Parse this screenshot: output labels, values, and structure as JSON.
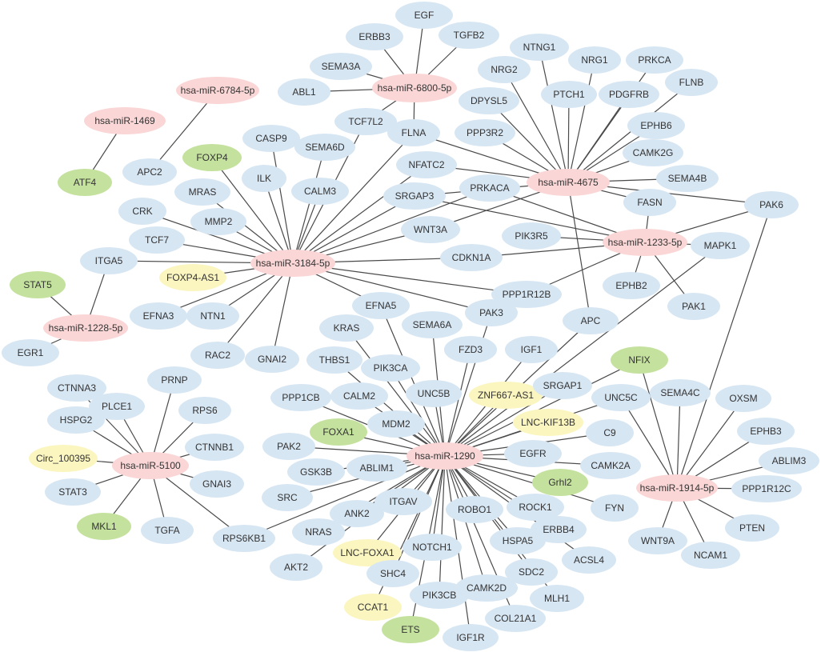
{
  "network": {
    "colors": {
      "mirna": "#fad6d6",
      "gene": "#d7e6f3",
      "tf": "#c4e29e",
      "lnc": "#fbf6c0",
      "edge": "#4a4a4a",
      "text": "#333333"
    },
    "nodes": [
      {
        "id": "mir6800",
        "label": "hsa-miR-6800-5p",
        "kind": "mirna"
      },
      {
        "id": "mir6784",
        "label": "hsa-miR-6784-5p",
        "kind": "mirna"
      },
      {
        "id": "mir1469",
        "label": "hsa-miR-1469",
        "kind": "mirna"
      },
      {
        "id": "mir4675",
        "label": "hsa-miR-4675",
        "kind": "mirna"
      },
      {
        "id": "mir3184",
        "label": "hsa-miR-3184-5p",
        "kind": "mirna"
      },
      {
        "id": "mir1233",
        "label": "hsa-miR-1233-5p",
        "kind": "mirna"
      },
      {
        "id": "mir1228",
        "label": "hsa-miR-1228-5p",
        "kind": "mirna"
      },
      {
        "id": "mir5100",
        "label": "hsa-miR-5100",
        "kind": "mirna"
      },
      {
        "id": "mir1290",
        "label": "hsa-miR-1290",
        "kind": "mirna"
      },
      {
        "id": "mir1914",
        "label": "hsa-miR-1914-5p",
        "kind": "mirna"
      },
      {
        "id": "EGF",
        "label": "EGF",
        "kind": "gene"
      },
      {
        "id": "ERBB3",
        "label": "ERBB3",
        "kind": "gene"
      },
      {
        "id": "TGFB2",
        "label": "TGFB2",
        "kind": "gene"
      },
      {
        "id": "SEMA3A",
        "label": "SEMA3A",
        "kind": "gene"
      },
      {
        "id": "ABL1",
        "label": "ABL1",
        "kind": "gene"
      },
      {
        "id": "TCF7L2",
        "label": "TCF7L2",
        "kind": "gene"
      },
      {
        "id": "FLNA",
        "label": "FLNA",
        "kind": "gene"
      },
      {
        "id": "APC2",
        "label": "APC2",
        "kind": "gene"
      },
      {
        "id": "ATF4",
        "label": "ATF4",
        "kind": "tf"
      },
      {
        "id": "NTNG1",
        "label": "NTNG1",
        "kind": "gene"
      },
      {
        "id": "NRG2",
        "label": "NRG2",
        "kind": "gene"
      },
      {
        "id": "NRG1",
        "label": "NRG1",
        "kind": "gene"
      },
      {
        "id": "PRKCA",
        "label": "PRKCA",
        "kind": "gene"
      },
      {
        "id": "DPYSL5",
        "label": "DPYSL5",
        "kind": "gene"
      },
      {
        "id": "PTCH1",
        "label": "PTCH1",
        "kind": "gene"
      },
      {
        "id": "PDGFRB",
        "label": "PDGFRB",
        "kind": "gene"
      },
      {
        "id": "FLNB",
        "label": "FLNB",
        "kind": "gene"
      },
      {
        "id": "PPP3R2",
        "label": "PPP3R2",
        "kind": "gene"
      },
      {
        "id": "EPHB6",
        "label": "EPHB6",
        "kind": "gene"
      },
      {
        "id": "CAMK2G",
        "label": "CAMK2G",
        "kind": "gene"
      },
      {
        "id": "SEMA4B",
        "label": "SEMA4B",
        "kind": "gene"
      },
      {
        "id": "NFATC2",
        "label": "NFATC2",
        "kind": "gene"
      },
      {
        "id": "PRKACA",
        "label": "PRKACA",
        "kind": "gene"
      },
      {
        "id": "SRGAP3",
        "label": "SRGAP3",
        "kind": "gene"
      },
      {
        "id": "FASN",
        "label": "FASN",
        "kind": "gene"
      },
      {
        "id": "PAK6",
        "label": "PAK6",
        "kind": "gene"
      },
      {
        "id": "CASP9",
        "label": "CASP9",
        "kind": "gene"
      },
      {
        "id": "SEMA6D",
        "label": "SEMA6D",
        "kind": "gene"
      },
      {
        "id": "FOXP4",
        "label": "FOXP4",
        "kind": "tf"
      },
      {
        "id": "ILK",
        "label": "ILK",
        "kind": "gene"
      },
      {
        "id": "CALM3",
        "label": "CALM3",
        "kind": "gene"
      },
      {
        "id": "MRAS",
        "label": "MRAS",
        "kind": "gene"
      },
      {
        "id": "CRK",
        "label": "CRK",
        "kind": "gene"
      },
      {
        "id": "MMP2",
        "label": "MMP2",
        "kind": "gene"
      },
      {
        "id": "TCF7",
        "label": "TCF7",
        "kind": "gene"
      },
      {
        "id": "WNT3A",
        "label": "WNT3A",
        "kind": "gene"
      },
      {
        "id": "PIK3R5",
        "label": "PIK3R5",
        "kind": "gene"
      },
      {
        "id": "MAPK1",
        "label": "MAPK1",
        "kind": "gene"
      },
      {
        "id": "ITGA5",
        "label": "ITGA5",
        "kind": "gene"
      },
      {
        "id": "CDKN1A",
        "label": "CDKN1A",
        "kind": "gene"
      },
      {
        "id": "STAT5",
        "label": "STAT5",
        "kind": "tf"
      },
      {
        "id": "FOXP4AS1",
        "label": "FOXP4-AS1",
        "kind": "lnc"
      },
      {
        "id": "EPHB2",
        "label": "EPHB2",
        "kind": "gene"
      },
      {
        "id": "PPP1R12B",
        "label": "PPP1R12B",
        "kind": "gene"
      },
      {
        "id": "PAK1",
        "label": "PAK1",
        "kind": "gene"
      },
      {
        "id": "EFNA3",
        "label": "EFNA3",
        "kind": "gene"
      },
      {
        "id": "NTN1",
        "label": "NTN1",
        "kind": "gene"
      },
      {
        "id": "EFNA5",
        "label": "EFNA5",
        "kind": "gene"
      },
      {
        "id": "PAK3",
        "label": "PAK3",
        "kind": "gene"
      },
      {
        "id": "EGR1",
        "label": "EGR1",
        "kind": "gene"
      },
      {
        "id": "KRAS",
        "label": "KRAS",
        "kind": "gene"
      },
      {
        "id": "SEMA6A",
        "label": "SEMA6A",
        "kind": "gene"
      },
      {
        "id": "APC",
        "label": "APC",
        "kind": "gene"
      },
      {
        "id": "RAC2",
        "label": "RAC2",
        "kind": "gene"
      },
      {
        "id": "GNAI2",
        "label": "GNAI2",
        "kind": "gene"
      },
      {
        "id": "THBS1",
        "label": "THBS1",
        "kind": "gene"
      },
      {
        "id": "FZD3",
        "label": "FZD3",
        "kind": "gene"
      },
      {
        "id": "IGF1",
        "label": "IGF1",
        "kind": "gene"
      },
      {
        "id": "NFIX",
        "label": "NFIX",
        "kind": "tf"
      },
      {
        "id": "PIK3CA",
        "label": "PIK3CA",
        "kind": "gene"
      },
      {
        "id": "CTNNA3",
        "label": "CTNNA3",
        "kind": "gene"
      },
      {
        "id": "PRNP",
        "label": "PRNP",
        "kind": "gene"
      },
      {
        "id": "PLCE1",
        "label": "PLCE1",
        "kind": "gene"
      },
      {
        "id": "PPP1CB",
        "label": "PPP1CB",
        "kind": "gene"
      },
      {
        "id": "CALM2",
        "label": "CALM2",
        "kind": "gene"
      },
      {
        "id": "UNC5B",
        "label": "UNC5B",
        "kind": "gene"
      },
      {
        "id": "ZNF667AS1",
        "label": "ZNF667-AS1",
        "kind": "lnc"
      },
      {
        "id": "SRGAP1",
        "label": "SRGAP1",
        "kind": "gene"
      },
      {
        "id": "SEMA4C",
        "label": "SEMA4C",
        "kind": "gene"
      },
      {
        "id": "OXSM",
        "label": "OXSM",
        "kind": "gene"
      },
      {
        "id": "RPS6",
        "label": "RPS6",
        "kind": "gene"
      },
      {
        "id": "HSPG2",
        "label": "HSPG2",
        "kind": "gene"
      },
      {
        "id": "MDM2",
        "label": "MDM2",
        "kind": "gene"
      },
      {
        "id": "UNC5C",
        "label": "UNC5C",
        "kind": "gene"
      },
      {
        "id": "LNCKIF13B",
        "label": "LNC-KIF13B",
        "kind": "lnc"
      },
      {
        "id": "EPHB3",
        "label": "EPHB3",
        "kind": "gene"
      },
      {
        "id": "FOXA1",
        "label": "FOXA1",
        "kind": "tf"
      },
      {
        "id": "C9",
        "label": "C9",
        "kind": "gene"
      },
      {
        "id": "CTNNB1",
        "label": "CTNNB1",
        "kind": "gene"
      },
      {
        "id": "PAK2",
        "label": "PAK2",
        "kind": "gene"
      },
      {
        "id": "Circ100395",
        "label": "Circ_100395",
        "kind": "lnc"
      },
      {
        "id": "EGFR",
        "label": "EGFR",
        "kind": "gene"
      },
      {
        "id": "CAMK2A",
        "label": "CAMK2A",
        "kind": "gene"
      },
      {
        "id": "ABLIM3",
        "label": "ABLIM3",
        "kind": "gene"
      },
      {
        "id": "GSK3B",
        "label": "GSK3B",
        "kind": "gene"
      },
      {
        "id": "ABLIM1",
        "label": "ABLIM1",
        "kind": "gene"
      },
      {
        "id": "GNAI3",
        "label": "GNAI3",
        "kind": "gene"
      },
      {
        "id": "Grhl2",
        "label": "Grhl2",
        "kind": "tf"
      },
      {
        "id": "STAT3",
        "label": "STAT3",
        "kind": "gene"
      },
      {
        "id": "SRC",
        "label": "SRC",
        "kind": "gene"
      },
      {
        "id": "ITGAV",
        "label": "ITGAV",
        "kind": "gene"
      },
      {
        "id": "ROBO1",
        "label": "ROBO1",
        "kind": "gene"
      },
      {
        "id": "ROCK1",
        "label": "ROCK1",
        "kind": "gene"
      },
      {
        "id": "PPP1R12C",
        "label": "PPP1R12C",
        "kind": "gene"
      },
      {
        "id": "FYN",
        "label": "FYN",
        "kind": "gene"
      },
      {
        "id": "ANK2",
        "label": "ANK2",
        "kind": "gene"
      },
      {
        "id": "MKL1",
        "label": "MKL1",
        "kind": "tf"
      },
      {
        "id": "TGFA",
        "label": "TGFA",
        "kind": "gene"
      },
      {
        "id": "RPS6KB1",
        "label": "RPS6KB1",
        "kind": "gene"
      },
      {
        "id": "NRAS",
        "label": "NRAS",
        "kind": "gene"
      },
      {
        "id": "ERBB4",
        "label": "ERBB4",
        "kind": "gene"
      },
      {
        "id": "PTEN",
        "label": "PTEN",
        "kind": "gene"
      },
      {
        "id": "WNT9A",
        "label": "WNT9A",
        "kind": "gene"
      },
      {
        "id": "NCAM1",
        "label": "NCAM1",
        "kind": "gene"
      },
      {
        "id": "NOTCH1",
        "label": "NOTCH1",
        "kind": "gene"
      },
      {
        "id": "HSPA5",
        "label": "HSPA5",
        "kind": "gene"
      },
      {
        "id": "LNCFOXA1",
        "label": "LNC-FOXA1",
        "kind": "lnc"
      },
      {
        "id": "ACSL4",
        "label": "ACSL4",
        "kind": "gene"
      },
      {
        "id": "AKT2",
        "label": "AKT2",
        "kind": "gene"
      },
      {
        "id": "SHC4",
        "label": "SHC4",
        "kind": "gene"
      },
      {
        "id": "SDC2",
        "label": "SDC2",
        "kind": "gene"
      },
      {
        "id": "CAMK2D",
        "label": "CAMK2D",
        "kind": "gene"
      },
      {
        "id": "MLH1",
        "label": "MLH1",
        "kind": "gene"
      },
      {
        "id": "PIK3CB",
        "label": "PIK3CB",
        "kind": "gene"
      },
      {
        "id": "CCAT1",
        "label": "CCAT1",
        "kind": "lnc"
      },
      {
        "id": "COL21A1",
        "label": "COL21A1",
        "kind": "gene"
      },
      {
        "id": "ETS",
        "label": "ETS",
        "kind": "tf"
      },
      {
        "id": "IGF1R",
        "label": "IGF1R",
        "kind": "gene"
      }
    ],
    "edges": [
      [
        "mir6800",
        "EGF"
      ],
      [
        "mir6800",
        "ERBB3"
      ],
      [
        "mir6800",
        "TGFB2"
      ],
      [
        "mir6800",
        "SEMA3A"
      ],
      [
        "mir6800",
        "ABL1"
      ],
      [
        "mir6800",
        "TCF7L2"
      ],
      [
        "mir6800",
        "FLNA"
      ],
      [
        "mir6784",
        "APC2"
      ],
      [
        "mir1469",
        "ATF4"
      ],
      [
        "mir4675",
        "NTNG1"
      ],
      [
        "mir4675",
        "NRG2"
      ],
      [
        "mir4675",
        "NRG1"
      ],
      [
        "mir4675",
        "PRKCA"
      ],
      [
        "mir4675",
        "DPYSL5"
      ],
      [
        "mir4675",
        "PTCH1"
      ],
      [
        "mir4675",
        "PDGFRB"
      ],
      [
        "mir4675",
        "FLNB"
      ],
      [
        "mir4675",
        "PPP3R2"
      ],
      [
        "mir4675",
        "EPHB6"
      ],
      [
        "mir4675",
        "CAMK2G"
      ],
      [
        "mir4675",
        "SEMA4B"
      ],
      [
        "mir4675",
        "NFATC2"
      ],
      [
        "mir4675",
        "FLNA"
      ],
      [
        "mir4675",
        "PAK6"
      ],
      [
        "mir4675",
        "FASN"
      ],
      [
        "mir4675",
        "SRGAP3"
      ],
      [
        "mir4675",
        "WNT3A"
      ],
      [
        "mir4675",
        "APC"
      ],
      [
        "mir3184",
        "FOXP4"
      ],
      [
        "mir3184",
        "ILK"
      ],
      [
        "mir3184",
        "CASP9"
      ],
      [
        "mir3184",
        "SEMA6D"
      ],
      [
        "mir3184",
        "CALM3"
      ],
      [
        "mir3184",
        "MRAS"
      ],
      [
        "mir3184",
        "CRK"
      ],
      [
        "mir3184",
        "MMP2"
      ],
      [
        "mir3184",
        "TCF7"
      ],
      [
        "mir3184",
        "ITGA5"
      ],
      [
        "mir3184",
        "FOXP4AS1"
      ],
      [
        "mir3184",
        "EFNA3"
      ],
      [
        "mir3184",
        "NTN1"
      ],
      [
        "mir3184",
        "RAC2"
      ],
      [
        "mir3184",
        "GNAI2"
      ],
      [
        "mir3184",
        "FLNA"
      ],
      [
        "mir3184",
        "NFATC2"
      ],
      [
        "mir3184",
        "SRGAP3"
      ],
      [
        "mir3184",
        "PRKACA"
      ],
      [
        "mir3184",
        "WNT3A"
      ],
      [
        "mir3184",
        "CDKN1A"
      ],
      [
        "mir3184",
        "PPP1R12B"
      ],
      [
        "mir3184",
        "PAK3"
      ],
      [
        "mir3184",
        "EFNA5"
      ],
      [
        "mir3184",
        "TCF7L2"
      ],
      [
        "mir1233",
        "PRKACA"
      ],
      [
        "mir1233",
        "PIK3R5"
      ],
      [
        "mir1233",
        "FASN"
      ],
      [
        "mir1233",
        "PAK6"
      ],
      [
        "mir1233",
        "MAPK1"
      ],
      [
        "mir1233",
        "EPHB2"
      ],
      [
        "mir1233",
        "PAK1"
      ],
      [
        "mir1233",
        "CDKN1A"
      ],
      [
        "mir1233",
        "PPP1R12B"
      ],
      [
        "mir1233",
        "SRGAP3"
      ],
      [
        "mir1228",
        "STAT5"
      ],
      [
        "mir1228",
        "ITGA5"
      ],
      [
        "mir1228",
        "EGR1"
      ],
      [
        "mir5100",
        "CTNNA3"
      ],
      [
        "mir5100",
        "PLCE1"
      ],
      [
        "mir5100",
        "PRNP"
      ],
      [
        "mir5100",
        "RPS6"
      ],
      [
        "mir5100",
        "HSPG2"
      ],
      [
        "mir5100",
        "CTNNB1"
      ],
      [
        "mir5100",
        "Circ100395"
      ],
      [
        "mir5100",
        "GNAI3"
      ],
      [
        "mir5100",
        "STAT3"
      ],
      [
        "mir5100",
        "MKL1"
      ],
      [
        "mir5100",
        "TGFA"
      ],
      [
        "mir5100",
        "RPS6KB1"
      ],
      [
        "mir1290",
        "EFNA5"
      ],
      [
        "mir1290",
        "KRAS"
      ],
      [
        "mir1290",
        "SEMA6A"
      ],
      [
        "mir1290",
        "PAK3"
      ],
      [
        "mir1290",
        "THBS1"
      ],
      [
        "mir1290",
        "PIK3CA"
      ],
      [
        "mir1290",
        "FZD3"
      ],
      [
        "mir1290",
        "IGF1"
      ],
      [
        "mir1290",
        "APC"
      ],
      [
        "mir1290",
        "UNC5B"
      ],
      [
        "mir1290",
        "CALM2"
      ],
      [
        "mir1290",
        "PPP1CB"
      ],
      [
        "mir1290",
        "ZNF667AS1"
      ],
      [
        "mir1290",
        "SRGAP1"
      ],
      [
        "mir1290",
        "NFIX"
      ],
      [
        "mir1290",
        "MDM2"
      ],
      [
        "mir1290",
        "LNCKIF13B"
      ],
      [
        "mir1290",
        "UNC5C"
      ],
      [
        "mir1290",
        "FOXA1"
      ],
      [
        "mir1290",
        "C9"
      ],
      [
        "mir1290",
        "PAK2"
      ],
      [
        "mir1290",
        "EGFR"
      ],
      [
        "mir1290",
        "CAMK2A"
      ],
      [
        "mir1290",
        "GSK3B"
      ],
      [
        "mir1290",
        "ABLIM1"
      ],
      [
        "mir1290",
        "Grhl2"
      ],
      [
        "mir1290",
        "SRC"
      ],
      [
        "mir1290",
        "ITGAV"
      ],
      [
        "mir1290",
        "ROBO1"
      ],
      [
        "mir1290",
        "ROCK1"
      ],
      [
        "mir1290",
        "FYN"
      ],
      [
        "mir1290",
        "ANK2"
      ],
      [
        "mir1290",
        "RPS6KB1"
      ],
      [
        "mir1290",
        "NRAS"
      ],
      [
        "mir1290",
        "ERBB4"
      ],
      [
        "mir1290",
        "NOTCH1"
      ],
      [
        "mir1290",
        "HSPA5"
      ],
      [
        "mir1290",
        "LNCFOXA1"
      ],
      [
        "mir1290",
        "ACSL4"
      ],
      [
        "mir1290",
        "AKT2"
      ],
      [
        "mir1290",
        "SHC4"
      ],
      [
        "mir1290",
        "SDC2"
      ],
      [
        "mir1290",
        "CAMK2D"
      ],
      [
        "mir1290",
        "MLH1"
      ],
      [
        "mir1290",
        "PIK3CB"
      ],
      [
        "mir1290",
        "CCAT1"
      ],
      [
        "mir1290",
        "COL21A1"
      ],
      [
        "mir1290",
        "ETS"
      ],
      [
        "mir1290",
        "IGF1R"
      ],
      [
        "mir1290",
        "MAPK1"
      ],
      [
        "mir1914",
        "NFIX"
      ],
      [
        "mir1914",
        "SEMA4C"
      ],
      [
        "mir1914",
        "OXSM"
      ],
      [
        "mir1914",
        "UNC5C"
      ],
      [
        "mir1914",
        "EPHB3"
      ],
      [
        "mir1914",
        "ABLIM3"
      ],
      [
        "mir1914",
        "PPP1R12C"
      ],
      [
        "mir1914",
        "PTEN"
      ],
      [
        "mir1914",
        "NCAM1"
      ],
      [
        "mir1914",
        "WNT9A"
      ],
      [
        "mir1914",
        "PAK6"
      ]
    ]
  }
}
